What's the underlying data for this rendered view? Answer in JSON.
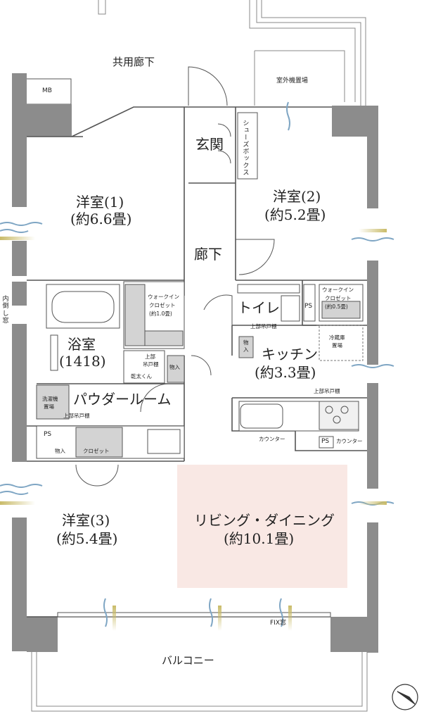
{
  "outside": {
    "corridor": "共用廊下",
    "mb": "MB",
    "outdoor_unit": "室外機置場",
    "balcony": "バルコニー",
    "interior_window": "内倒し窓",
    "fix_window": "FIX窓"
  },
  "rooms": {
    "western1": {
      "name": "洋室(1)",
      "size": "(約6.6畳)"
    },
    "western2": {
      "name": "洋室(2)",
      "size": "(約5.2畳)"
    },
    "western3": {
      "name": "洋室(3)",
      "size": "(約5.4畳)"
    },
    "entrance": "玄関",
    "shoe_box": "シューズボックス",
    "hallway": "廊下",
    "toilet": "トイレ",
    "kitchen": {
      "name": "キッチン",
      "size": "(約3.3畳)"
    },
    "bath": {
      "name": "浴室",
      "size": "(1418)"
    },
    "powder": "パウダールーム",
    "living": {
      "name": "リビング・ダイニング",
      "size": "(約10.1畳)"
    }
  },
  "fixtures": {
    "wic1": [
      "ウォークイン",
      "クロゼット",
      "(約1.0畳)"
    ],
    "wic2": [
      "ウォークイン",
      "クロゼット",
      "(約0.5畳)"
    ],
    "upper_shelf": "上部吊戸棚",
    "upper_shelf_split": [
      "上部",
      "吊戸棚"
    ],
    "dryer": "乾太くん",
    "storage": "物入",
    "storage_vert": [
      "物",
      "入"
    ],
    "fridge": [
      "冷蔵庫",
      "置場"
    ],
    "washer": [
      "洗濯機",
      "置場"
    ],
    "ps": "PS",
    "counter": "カウンター",
    "closet": "クロゼット"
  },
  "colors": {
    "wall": "#8c8c8c",
    "living_floor": "#f9e8e4",
    "fixture_fill": "#d3d3d3",
    "breeze_blue": "#7fa6c4",
    "light_yellow": "#c9bb68"
  }
}
